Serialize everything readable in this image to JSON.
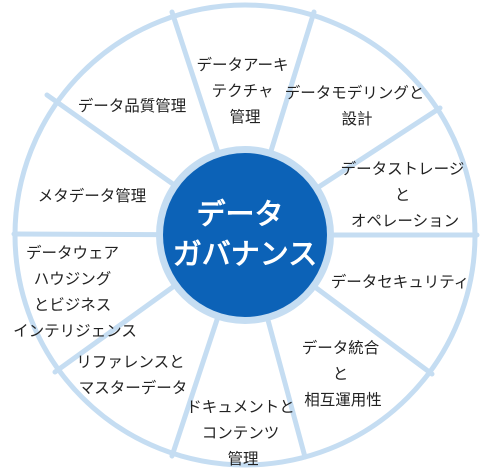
{
  "diagram": {
    "center_lines": [
      "データ",
      "ガバナンス"
    ],
    "segments": [
      {
        "lines": [
          "データアーキ",
          "テクチャ",
          "管理"
        ]
      },
      {
        "lines": [
          "データモデリングと",
          "設計"
        ]
      },
      {
        "lines": [
          "データストレージ",
          "と",
          "オペレーション"
        ]
      },
      {
        "lines": [
          "データセキュリティ"
        ]
      },
      {
        "lines": [
          "データ統合",
          "と",
          "相互運用性"
        ]
      },
      {
        "lines": [
          "ドキュメントと",
          "コンテンツ",
          "管理"
        ]
      },
      {
        "lines": [
          "リファレンスと",
          "マスターデータ"
        ]
      },
      {
        "lines": [
          "データウェア",
          "ハウジング",
          "とビジネス",
          "インテリジェンス"
        ]
      },
      {
        "lines": [
          "メタデータ管理"
        ]
      },
      {
        "lines": [
          "データ品質管理"
        ]
      }
    ],
    "colors": {
      "wheel_stroke": "#c5ddf2",
      "center_fill": "#0c62b7",
      "center_ring": "#c5ddf2",
      "label_text": "#222222",
      "center_text": "#ffffff"
    }
  }
}
